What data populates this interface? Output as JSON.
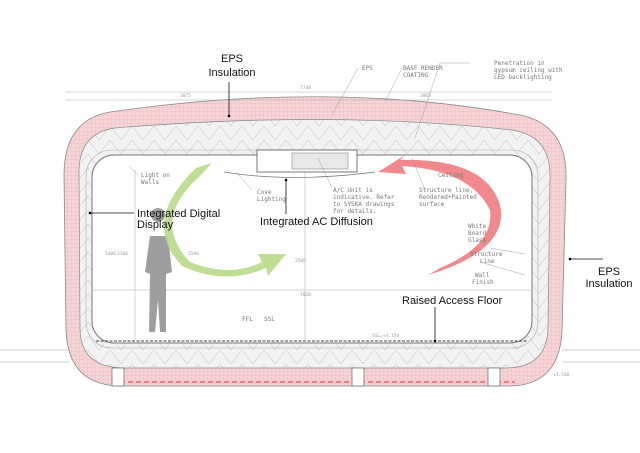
{
  "callouts": {
    "eps_top": [
      "EPS",
      "Insulation"
    ],
    "digital_display": [
      "Integrated Digital",
      "Display"
    ],
    "ac_diffusion": "Integrated AC Diffusion",
    "raised_floor": "Raised Access Floor",
    "eps_right": [
      "EPS",
      "Insulation"
    ]
  },
  "technical_notes": {
    "eps": "EPS",
    "basf": [
      "BASF RENDER",
      "COATING"
    ],
    "penetration": [
      "Penetration in",
      "gypsum ceiling with",
      "LED backlighting"
    ],
    "light_on_walls": [
      "Light on",
      "Walls"
    ],
    "cove_lighting": [
      "Cove",
      "Lighting"
    ],
    "ac_unit": [
      "A/C Unit is",
      "indicative. Refer",
      "to SYSKA drawings",
      "for details."
    ],
    "structure_line_top": [
      "Structure line,",
      "Rendered+Painted",
      "surface"
    ],
    "ceiling": "Ceiling",
    "white_board": [
      "White",
      "Board",
      "Glass"
    ],
    "structure_line_right": [
      "Structure",
      "Line"
    ],
    "wall_finish": [
      "Wall",
      "Finish"
    ],
    "ffl": "FFL",
    "ssl": "SSL",
    "ssl_level": "SSL=+4.150",
    "ground_level": "+3.540"
  },
  "dimensions": {
    "overall": "7740",
    "left": "3875",
    "right": "3865",
    "inner_width": "7020",
    "height_left": "3100",
    "height_mid": "2500",
    "height_center": "2560",
    "height_small": "1400"
  },
  "colors": {
    "insulation": "#f3c9cc",
    "green_arrow": "#b7d98a",
    "red_arrow": "#ef7b7e",
    "figure": "#9e9e9e"
  }
}
